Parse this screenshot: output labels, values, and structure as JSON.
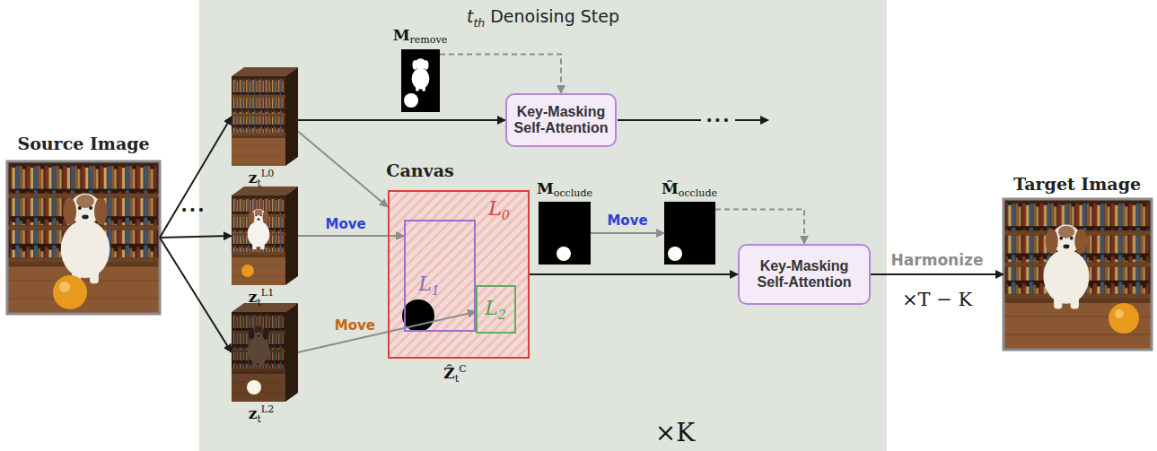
{
  "diagram": {
    "nodes": [
      {
        "text": [
          "Source Image"
        ]
      },
      {
        "text": [
          "tth Denoising Step",
          "×K"
        ]
      },
      {
        "text": [
          "ztL0"
        ],
        "in": 1
      },
      {
        "text": [
          "ztL1"
        ],
        "in": 1
      },
      {
        "text": [
          "ztL2"
        ],
        "in": 1
      },
      {
        "text": [
          "Mremove"
        ],
        "in": 1
      },
      {
        "text": [
          "Key-Masking Self-Attention"
        ],
        "in": 1
      },
      {
        "text": [
          "Canvas",
          "L0",
          "ẐtC"
        ],
        "in": 1
      },
      {
        "text": [
          "L1"
        ],
        "in": 7
      },
      {
        "text": [
          "L2"
        ],
        "in": 7
      },
      {
        "text": [
          "Mocclude"
        ],
        "in": 1
      },
      {
        "text": [
          "M̂occlude"
        ],
        "in": 1
      },
      {
        "text": [
          "Key-Masking Self-Attention"
        ],
        "in": 1
      },
      {
        "text": [
          "Target Image"
        ]
      }
    ],
    "edges": [
      {
        "from": 0,
        "to": 2,
        "arrow": "to"
      },
      {
        "from": 0,
        "to": 3,
        "arrow": "to"
      },
      {
        "from": 0,
        "to": 4,
        "arrow": "to"
      },
      {
        "from": 2,
        "to": 6,
        "arrow": "to"
      },
      {
        "from": 2,
        "to": 7,
        "arrow": "to"
      },
      {
        "from": 3,
        "to": 8,
        "label": "Move",
        "arrow": "to"
      },
      {
        "from": 4,
        "to": 9,
        "label": "Move",
        "arrow": "to"
      },
      {
        "from": 5,
        "to": 6,
        "arrow": "to"
      },
      {
        "from": 7,
        "to": 12,
        "arrow": "to"
      },
      {
        "from": 10,
        "to": 11,
        "label": "Move",
        "arrow": "to"
      },
      {
        "from": 11,
        "to": 12,
        "arrow": "to"
      },
      {
        "from": 12,
        "to": 13,
        "label": "Harmonize",
        "arrow": "to"
      }
    ],
    "labels": [
      "•••",
      "•••",
      "×T − K"
    ]
  }
}
